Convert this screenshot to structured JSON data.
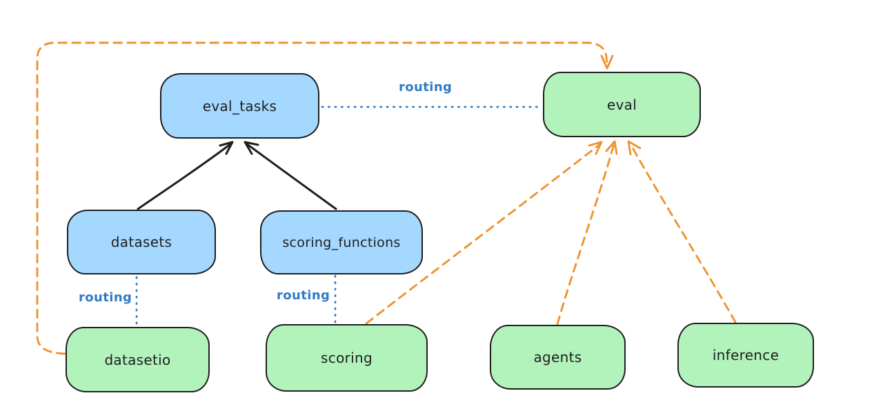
{
  "diagram": {
    "description": "Architecture diagram: eval APIs and providers with routing links",
    "colors": {
      "background": "#ffffff",
      "node_stroke": "#1e1e1e",
      "api_fill_blue": "#a5d8ff",
      "provider_fill_green": "#b2f2bb",
      "solid_arrow": "#1e1e1e",
      "dashed_arrow_orange": "#ed9331",
      "routing_dotted_blue": "#2f7bc3"
    },
    "nodes": [
      {
        "id": "eval_tasks",
        "label": "eval_tasks",
        "fill": "#a5d8ff",
        "kind": "api"
      },
      {
        "id": "eval",
        "label": "eval",
        "fill": "#b2f2bb",
        "kind": "provider"
      },
      {
        "id": "datasets",
        "label": "datasets",
        "fill": "#a5d8ff",
        "kind": "api"
      },
      {
        "id": "scoring_functions",
        "label": "scoring_functions",
        "fill": "#a5d8ff",
        "kind": "api"
      },
      {
        "id": "datasetio",
        "label": "datasetio",
        "fill": "#b2f2bb",
        "kind": "provider"
      },
      {
        "id": "scoring",
        "label": "scoring",
        "fill": "#b2f2bb",
        "kind": "provider"
      },
      {
        "id": "agents",
        "label": "agents",
        "fill": "#b2f2bb",
        "kind": "provider"
      },
      {
        "id": "inference",
        "label": "inference",
        "fill": "#b2f2bb",
        "kind": "provider"
      }
    ],
    "edges": [
      {
        "from": "datasets",
        "to": "eval_tasks",
        "style": "solid-arrow",
        "color": "#1e1e1e",
        "label": ""
      },
      {
        "from": "scoring_functions",
        "to": "eval_tasks",
        "style": "solid-arrow",
        "color": "#1e1e1e",
        "label": ""
      },
      {
        "from": "eval_tasks",
        "to": "eval",
        "style": "dotted-line",
        "color": "#2f7bc3",
        "label": "routing"
      },
      {
        "from": "datasets",
        "to": "datasetio",
        "style": "dotted-line",
        "color": "#2f7bc3",
        "label": "routing"
      },
      {
        "from": "scoring_functions",
        "to": "scoring",
        "style": "dotted-line",
        "color": "#2f7bc3",
        "label": "routing"
      },
      {
        "from": "datasetio",
        "to": "eval",
        "style": "dashed-arrow",
        "color": "#ed9331",
        "label": ""
      },
      {
        "from": "scoring",
        "to": "eval",
        "style": "dashed-arrow",
        "color": "#ed9331",
        "label": ""
      },
      {
        "from": "agents",
        "to": "eval",
        "style": "dashed-arrow",
        "color": "#ed9331",
        "label": ""
      },
      {
        "from": "inference",
        "to": "eval",
        "style": "dashed-arrow",
        "color": "#ed9331",
        "label": ""
      }
    ]
  }
}
